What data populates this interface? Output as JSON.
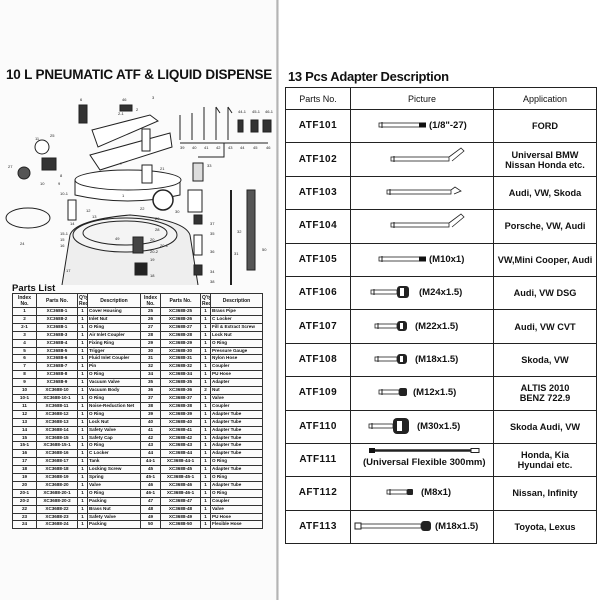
{
  "left": {
    "title": "10 L PNEUMATIC ATF & LIQUID DISPENSE",
    "diagram_callouts": [
      "6",
      "46",
      "2",
      "2-1",
      "3",
      "39",
      "40",
      "41",
      "42",
      "43",
      "44",
      "45",
      "46",
      "44-1",
      "45-1",
      "46-1",
      "11",
      "25",
      "27",
      "7",
      "21",
      "8",
      "9",
      "10",
      "10-1",
      "1",
      "22",
      "30",
      "29",
      "28",
      "12",
      "13",
      "14",
      "15-1",
      "15",
      "16",
      "20",
      "20-1",
      "20-2",
      "19",
      "24",
      "17",
      "18",
      "33",
      "37",
      "35",
      "36",
      "34",
      "38",
      "47",
      "32",
      "31",
      "50",
      "49"
    ],
    "parts_list_title": "Parts List",
    "headers": [
      "Index No.",
      "Parts No.",
      "Q'ty Req",
      "Description"
    ],
    "rows_left": [
      [
        "1",
        "XC3688-1",
        "1",
        "Cover Housing"
      ],
      [
        "2",
        "XC3688-2",
        "1",
        "Inlet Nut"
      ],
      [
        "2-1",
        "XC3688-1",
        "1",
        "O Ring"
      ],
      [
        "3",
        "XC3688-3",
        "1",
        "Air Inlet Coupler"
      ],
      [
        "4",
        "XC3688-4",
        "1",
        "Fixing Ring"
      ],
      [
        "5",
        "XC3688-5",
        "1",
        "Trigger"
      ],
      [
        "6",
        "XC3688-6",
        "1",
        "Fluid Inlet Coupler"
      ],
      [
        "7",
        "XC3688-7",
        "1",
        "Pin"
      ],
      [
        "8",
        "XC3688-8",
        "1",
        "O Ring"
      ],
      [
        "9",
        "XC3688-9",
        "1",
        "Vacuum Valve"
      ],
      [
        "10",
        "XC3688-10",
        "1",
        "Vacuum Body"
      ],
      [
        "10-1",
        "XC3688-10-1",
        "1",
        "O Ring"
      ],
      [
        "11",
        "XC3688-11",
        "1",
        "Noise-Reduction Net"
      ],
      [
        "12",
        "XC3688-12",
        "1",
        "O Ring"
      ],
      [
        "13",
        "XC3688-13",
        "1",
        "Lock Nut"
      ],
      [
        "14",
        "XC3688-14",
        "1",
        "Safety Valve"
      ],
      [
        "15",
        "XC3688-15",
        "1",
        "Safety Cap"
      ],
      [
        "15-1",
        "XC3688-15-1",
        "1",
        "O Ring"
      ],
      [
        "16",
        "XC3688-16",
        "1",
        "C Locker"
      ],
      [
        "17",
        "XC3688-17",
        "1",
        "Tank"
      ],
      [
        "18",
        "XC3688-18",
        "1",
        "Locking Screw"
      ],
      [
        "19",
        "XC3688-19",
        "1",
        "Spring"
      ],
      [
        "20",
        "XC3688-20",
        "1",
        "Valve"
      ],
      [
        "20-1",
        "XC3688-20-1",
        "1",
        "O Ring"
      ],
      [
        "20-2",
        "XC3688-20-2",
        "1",
        "Packing"
      ],
      [
        "22",
        "XC3688-22",
        "1",
        "Brass Nut"
      ],
      [
        "23",
        "XC3688-23",
        "1",
        "Safety Valve"
      ],
      [
        "24",
        "XC3688-24",
        "1",
        "Packing"
      ]
    ],
    "rows_right": [
      [
        "25",
        "XC3688-25",
        "1",
        "Brass Pipe"
      ],
      [
        "26",
        "XC3688-26",
        "1",
        "C Locker"
      ],
      [
        "27",
        "XC3688-27",
        "1",
        "Fill & Extract Screw"
      ],
      [
        "28",
        "XC3688-28",
        "1",
        "Lock Nut"
      ],
      [
        "29",
        "XC3688-29",
        "1",
        "O Ring"
      ],
      [
        "30",
        "XC3688-30",
        "1",
        "Pressure Gauge"
      ],
      [
        "31",
        "XC3688-31",
        "1",
        "Nylon Hose"
      ],
      [
        "32",
        "XC3688-32",
        "1",
        "Coupler"
      ],
      [
        "34",
        "XC3688-34",
        "1",
        "PU Hose"
      ],
      [
        "35",
        "XC3688-35",
        "1",
        "Adapter"
      ],
      [
        "36",
        "XC3688-36",
        "2",
        "Nut"
      ],
      [
        "37",
        "XC3688-37",
        "1",
        "Valve"
      ],
      [
        "38",
        "XC3688-38",
        "1",
        "Coupler"
      ],
      [
        "39",
        "XC3688-39",
        "1",
        "Adapter Tube"
      ],
      [
        "40",
        "XC3688-40",
        "1",
        "Adapter Tube"
      ],
      [
        "41",
        "XC3688-41",
        "1",
        "Adapter Tube"
      ],
      [
        "42",
        "XC3688-42",
        "1",
        "Adapter Tube"
      ],
      [
        "43",
        "XC3688-43",
        "1",
        "Adapter Tube"
      ],
      [
        "44",
        "XC3688-44",
        "1",
        "Adapter Tube"
      ],
      [
        "44-1",
        "XC3688-44-1",
        "1",
        "O Ring"
      ],
      [
        "45",
        "XC3688-45",
        "1",
        "Adapter Tube"
      ],
      [
        "45-1",
        "XC3688-45-1",
        "1",
        "O Ring"
      ],
      [
        "46",
        "XC3688-46",
        "1",
        "Adapter Tube"
      ],
      [
        "46-1",
        "XC3688-46-1",
        "1",
        "O Ring"
      ],
      [
        "47",
        "XC3688-47",
        "1",
        "Coupler"
      ],
      [
        "48",
        "XC3688-48",
        "1",
        "Valve"
      ],
      [
        "49",
        "XC3688-49",
        "1",
        "PU Hose"
      ],
      [
        "50",
        "XC3688-50",
        "1",
        "Flexible Hose"
      ]
    ]
  },
  "right": {
    "title": "13 Pcs Adapter Description",
    "headers": [
      "Parts No.",
      "Picture",
      "Application"
    ],
    "rows": [
      {
        "part": "ATF101",
        "spec": "(1/8\"-27)",
        "shape": "straight-threaded",
        "application": "FORD"
      },
      {
        "part": "ATF102",
        "spec": "",
        "shape": "bent-long",
        "application": "Universal BMW\nNissan Honda etc."
      },
      {
        "part": "ATF103",
        "spec": "",
        "shape": "bent-short",
        "application": "Audi, VW, Skoda"
      },
      {
        "part": "ATF104",
        "spec": "",
        "shape": "bent-long",
        "application": "Porsche, VW, Audi"
      },
      {
        "part": "ATF105",
        "spec": "(M10x1)",
        "shape": "straight-threaded",
        "application": "VW,Mini Cooper, Audi"
      },
      {
        "part": "ATF106",
        "spec": "(M24x1.5)",
        "shape": "fitting-large",
        "application": "Audi, VW DSG"
      },
      {
        "part": "ATF107",
        "spec": "(M22x1.5)",
        "shape": "fitting-medium",
        "application": "Audi, VW CVT"
      },
      {
        "part": "ATF108",
        "spec": "(M18x1.5)",
        "shape": "fitting-medium",
        "application": "Skoda, VW"
      },
      {
        "part": "ATF109",
        "spec": "(M12x1.5)",
        "shape": "fitting-small",
        "application": "ALTIS 2010\nBENZ 722.9"
      },
      {
        "part": "ATF110",
        "spec": "(M30x1.5)",
        "shape": "fitting-xl",
        "application": "Skoda Audi, VW"
      },
      {
        "part": "ATF111",
        "spec": "(Universal Flexible 300mm)",
        "shape": "flexible",
        "application": "Honda, Kia\nHyundai etc."
      },
      {
        "part": "AFT112",
        "spec": "(M8x1)",
        "shape": "fitting-tiny",
        "application": "Nissan, Infinity"
      },
      {
        "part": "ATF113",
        "spec": "(M18x1.5)",
        "shape": "long-fitting",
        "application": "Toyota, Lexus"
      }
    ]
  }
}
